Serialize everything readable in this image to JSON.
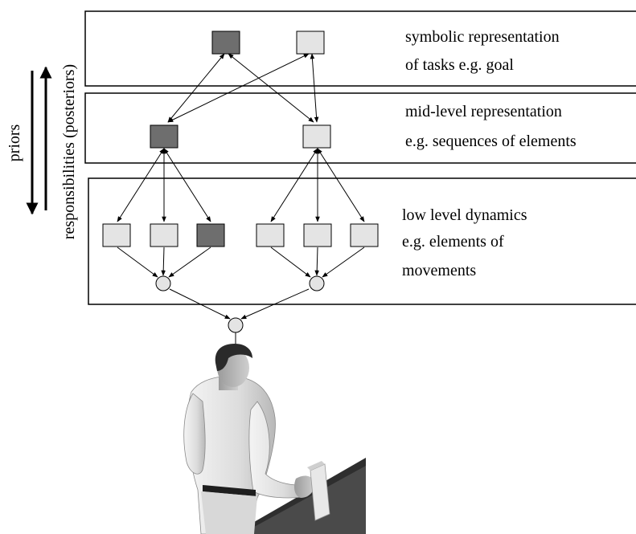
{
  "side_labels": {
    "priors": "priors",
    "responsibilities": "responsibilities (posteriors)"
  },
  "layers": {
    "symbolic": {
      "line1": "symbolic representation",
      "line2": "of tasks e.g. goal"
    },
    "mid": {
      "line1": "mid-level representation",
      "line2": "e.g. sequences of elements"
    },
    "low": {
      "line1": "low level dynamics",
      "line2": "e.g. elements of",
      "line3": "movements"
    }
  },
  "colors": {
    "active_node": "#6e6e6e",
    "inactive_node": "#e4e4e4",
    "circle_node": "#e4e4e4",
    "table": "#4a4a4a"
  },
  "illustration": "human figure reaching toward a box on a table"
}
